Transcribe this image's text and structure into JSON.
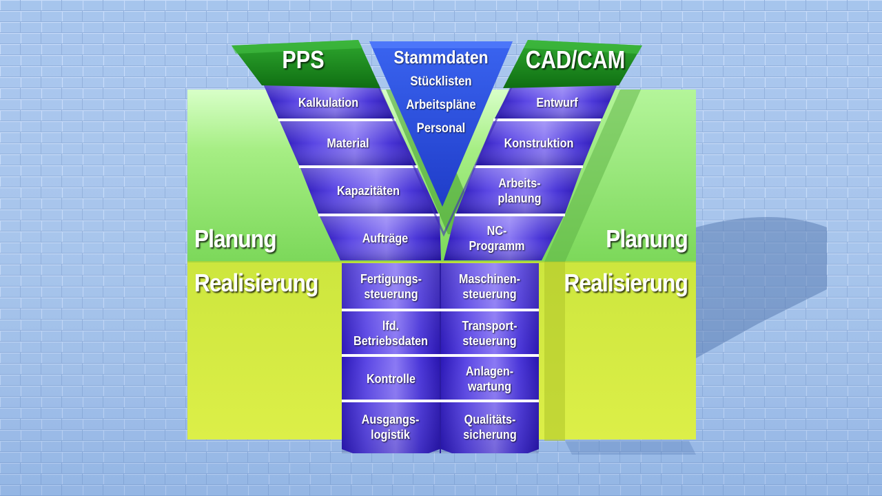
{
  "headers": {
    "left": "PPS",
    "center": "Stammdaten",
    "right": "CAD/CAM"
  },
  "master_data_items": [
    "Stücklisten",
    "Arbeitspläne",
    "Personal"
  ],
  "zones": {
    "planning": "Planung",
    "realization": "Realisierung"
  },
  "pps_items": [
    "Kalkulation",
    "Material",
    "Kapazitäten",
    "Aufträge"
  ],
  "cadcam_items": [
    "Entwurf",
    "Konstruktion",
    "Arbeits-\nplanung",
    "NC-\nProgramm"
  ],
  "trunk_left_items": [
    "Fertigungs-\nsteuerung",
    "lfd.\nBetriebsdaten",
    "Kontrolle",
    "Ausgangs-\nlogistik"
  ],
  "trunk_right_items": [
    "Maschinen-\nsteuerung",
    "Transport-\nsteuerung",
    "Anlagen-\nwartung",
    "Qualitäts-\nsicherung"
  ],
  "colors": {
    "planning_zone": "#8ee06a",
    "realization_zone": "#d8ec48",
    "segment_blue": "#4a36d8",
    "header_green": "#1f8f1f",
    "master_data_blue": "#2f55e6"
  }
}
